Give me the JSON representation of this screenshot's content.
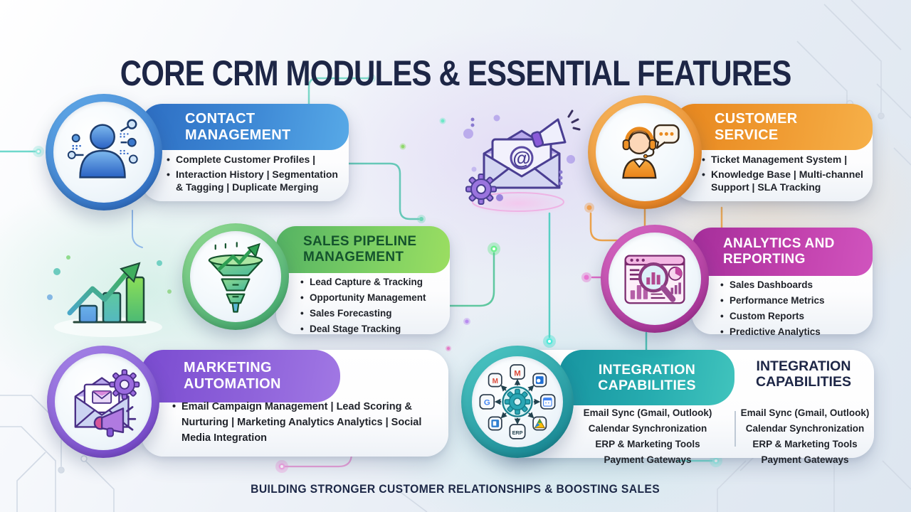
{
  "title": "CORE CRM MODULES & ESSENTIAL FEATURES",
  "footer": "BUILDING STRONGER CUSTOMER RELATIONSHIPS & BOOSTING SALES",
  "colors": {
    "title_text": "#1d2646",
    "body_text": "#1f2229",
    "background": "#e8edf4",
    "contact_blue": "#2d6ec3",
    "customer_orange": "#e7861d",
    "sales_green": "#63bf63",
    "sales_header_text": "#14532d",
    "analytics_magenta": "#b232a0",
    "marketing_purple": "#8456d6",
    "integration_teal": "#1f9fa8"
  },
  "modules": [
    {
      "id": "contact-management",
      "title_lines": [
        "CONTACT",
        "MANAGEMENT"
      ],
      "bullets": [
        "Complete Customer Profiles |",
        "Interaction History | Segmentation & Tagging | Duplicate Merging"
      ],
      "icon": "person-network-icon",
      "accent": "#2d6ec3"
    },
    {
      "id": "customer-service",
      "title_lines": [
        "CUSTOMER",
        "SERVICE"
      ],
      "bullets": [
        "Ticket Management System |",
        "Knowledge Base | Multi-channel Support | SLA Tracking"
      ],
      "icon": "support-agent-icon",
      "accent": "#e7861d"
    },
    {
      "id": "sales-pipeline-management",
      "title_lines": [
        "SALES PIPELINE",
        "MANAGEMENT"
      ],
      "bullets": [
        "Lead Capture & Tracking",
        "Opportunity Management",
        "Sales Forecasting",
        "Deal Stage Tracking"
      ],
      "icon": "sales-funnel-icon",
      "accent": "#63bf63"
    },
    {
      "id": "analytics-and-reporting",
      "title_lines": [
        "ANALYTICS AND",
        "REPORTING"
      ],
      "bullets": [
        "Sales Dashboards",
        "Performance Metrics",
        "Custom Reports",
        "Predictive Analytics"
      ],
      "icon": "analytics-dashboard-icon",
      "accent": "#b232a0"
    },
    {
      "id": "marketing-automation",
      "title_lines": [
        "MARKETING",
        "AUTOMATION"
      ],
      "bullets": [
        "Email Campaign Management | Lead Scoring & Nurturing | Marketing Analytics Analytics | Social Media Integration"
      ],
      "icon": "email-megaphone-gear-icon",
      "accent": "#8456d6"
    },
    {
      "id": "integration-capabilities",
      "title_lines": [
        "INTEGRATION",
        "CAPABILITIES"
      ],
      "features": [
        "Email Sync (Gmail, Outlook)",
        "Calendar Synchronization",
        "ERP & Marketing Tools",
        "Payment Gateways"
      ],
      "icon": "integration-hub-icon",
      "accent": "#1f9fa8",
      "icon_labels": {
        "gmail": "M",
        "google": "G",
        "erp": "ERP"
      }
    }
  ],
  "decorations": {
    "email_at_symbol": "@",
    "center_illustration": "email-campaign-illustration",
    "left_illustration": "growth-chart-illustration"
  }
}
